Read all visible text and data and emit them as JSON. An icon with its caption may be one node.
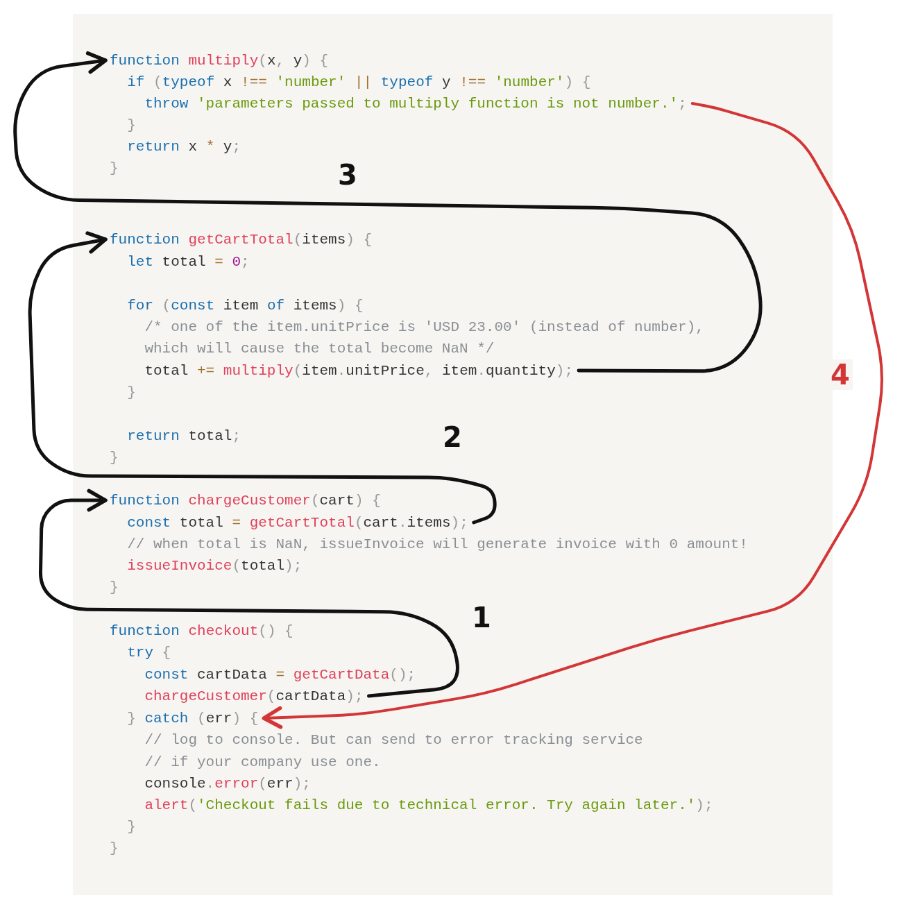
{
  "diagram": {
    "nodes": [
      {
        "text": [
          "function multiply(x, y) {"
        ]
      },
      {
        "text": [
          "throw 'parameters passed to multiply function is not number.';"
        ]
      },
      {
        "text": [
          "function getCartTotal(items) {"
        ]
      },
      {
        "text": [
          "total += multiply(item.unitPrice, item.quantity);"
        ]
      },
      {
        "text": [
          "function chargeCustomer(cart) {"
        ]
      },
      {
        "text": [
          "const total = getCartTotal(cart.items);"
        ]
      },
      {
        "text": [
          "chargeCustomer(cartData);"
        ]
      },
      {
        "text": [
          "} catch (err) {"
        ]
      }
    ],
    "edges": [
      {
        "from": 6,
        "to": 4,
        "arrow": "to",
        "label": "1"
      },
      {
        "from": 5,
        "to": 2,
        "arrow": "to",
        "label": "2"
      },
      {
        "from": 3,
        "to": 0,
        "arrow": "to",
        "label": "3"
      },
      {
        "from": 1,
        "to": 7,
        "arrow": "to",
        "label": "4",
        "color": "#d23636"
      }
    ],
    "labels": [
      "if (typeof x !== 'number' || typeof y !== 'number') {",
      "}",
      "return x * y;",
      "}",
      "let total = 0;",
      "for (const item of items) {",
      "/* one of the item.unitPrice is 'USD 23.00' (instead of number),",
      "which will cause the total become NaN */",
      "}",
      "return total;",
      "}",
      "// when total is NaN, issueInvoice will generate invoice with 0 amount!",
      "issueInvoice(total);",
      "}",
      "function checkout() {",
      "try {",
      "const cartData = getCartData();",
      "// log to console. But can send to error tracking service",
      "// if your company use one.",
      "console.error(err);",
      "alert('Checkout fails due to technical error. Try again later.');",
      "}",
      "}"
    ]
  }
}
